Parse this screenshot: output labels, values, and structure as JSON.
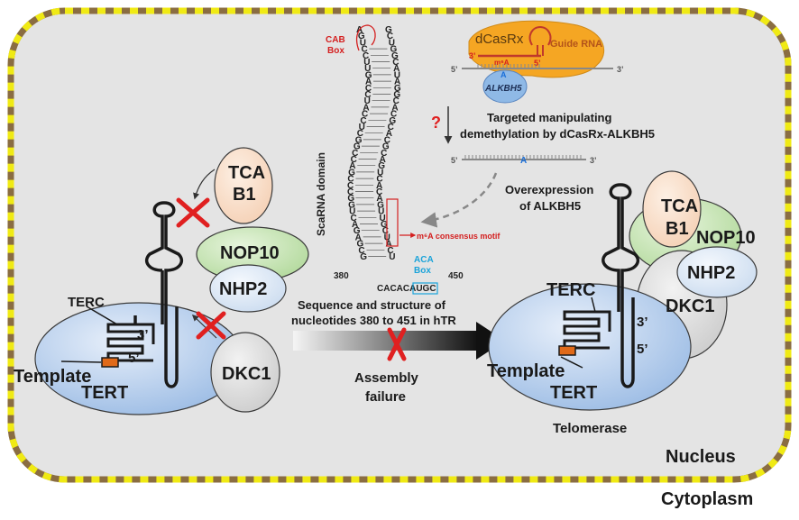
{
  "labels": {
    "nucleus": "Nucleus",
    "cytoplasm": "Cytoplasm",
    "tcab1_line1": "TCA",
    "tcab1_line2": "B1",
    "nop10": "NOP10",
    "nhp2": "NHP2",
    "dkc1": "DKC1",
    "terc": "TERC",
    "three_prime": "3’",
    "five_prime": "5’",
    "template": "Template",
    "tert": "TERT",
    "telomerase": "Telomerase",
    "assembly_line1": "Assembly",
    "assembly_line2": "failure",
    "sequence_line1": "Sequence and structure of",
    "sequence_line2": "nucleotides 380 to 451 in hTR",
    "scarna_domain": "ScaRNA domain",
    "cab_line1": "CAB",
    "cab_line2": "Box",
    "aca_line1": "ACA",
    "aca_line2": "Box",
    "m6a_motif": "m⁶A consensus motif",
    "dcasrx": "dCasRx",
    "guide_rna": "Guide RNA",
    "alkbh5_bubble": "ALKBH5",
    "m6a_mark": "m⁶A",
    "targeted_line1": "Targeted manipulating",
    "targeted_line2": "demethylation by dCasRx-ALKBH5",
    "overexp_line1": "Overexpression",
    "overexp_line2": "of ALKBH5",
    "question": "?",
    "n380": "380",
    "n450": "450",
    "strand_five": "5’",
    "strand_three": "3’",
    "a_letter": "A",
    "guide_three": "3’",
    "guide_five": "5’"
  },
  "rna": {
    "left_col": [
      "A",
      "G",
      "U",
      "C",
      "C",
      "U",
      "U",
      "G",
      "A",
      "C",
      "C",
      "U",
      "A",
      "C",
      "C",
      "U",
      "C",
      "G",
      "G",
      "C",
      "C",
      "A",
      "G",
      "C",
      "C",
      "C",
      "G",
      "G",
      "U",
      "C",
      "A",
      "G",
      "A",
      "G",
      "C",
      "G"
    ],
    "right_col": [
      "G",
      "C",
      "U",
      "G",
      "G",
      "C",
      "A",
      "U",
      "A",
      "G",
      "G",
      "C",
      "A",
      "C",
      "G",
      "C",
      "A",
      "C",
      "G",
      "C",
      "A",
      "G",
      "U",
      "C",
      "A",
      "C",
      "A",
      "G",
      "U",
      "U",
      "G",
      "C",
      "U",
      "A",
      "C",
      "U"
    ],
    "bottom_seq": "CACACAUGC"
  },
  "colors": {
    "nucleus_bg": "#e4e4e4",
    "border_dash_a": "#f0ea14",
    "border_dash_b": "#8a6d42",
    "tcab1": "#f9ddc6",
    "nop10": "#c4e4b0",
    "nhp2": "#dce8f5",
    "dkc1": "#d9d9d9",
    "tert": "#a9c5e8",
    "template_box": "#e06a1a",
    "red_x": "#e02020",
    "dcasrx": "#f5a623"
  }
}
